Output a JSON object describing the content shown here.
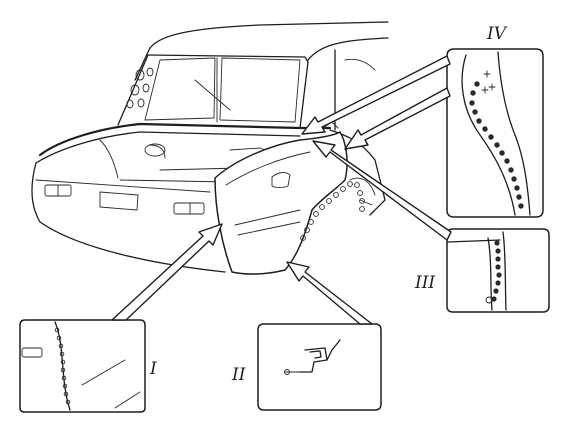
{
  "figure": {
    "callouts": [
      {
        "id": "I",
        "label": "I"
      },
      {
        "id": "II",
        "label": "II"
      },
      {
        "id": "III",
        "label": "III"
      },
      {
        "id": "IV",
        "label": "IV"
      }
    ]
  },
  "colors": {
    "ink": "#1e1e1e",
    "paper": "#ffffff"
  }
}
